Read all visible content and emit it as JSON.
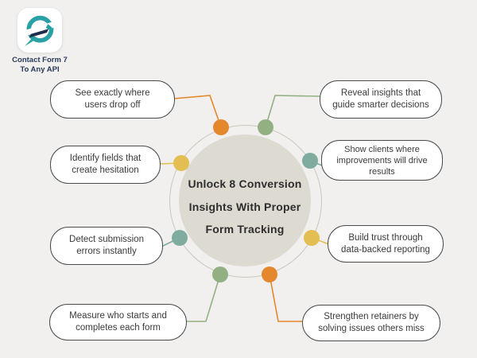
{
  "brand": {
    "name_line1": "Contact Form 7",
    "name_line2": "To Any API",
    "logo_icon": "cf7-to-any-api-logo"
  },
  "center": {
    "title_lines": [
      "Unlock 8 Conversion",
      "Insights With Proper",
      "Form Tracking"
    ]
  },
  "insights": [
    {
      "position": "top-left",
      "accent": "#E5882D",
      "lines": [
        "See exactly where",
        "users drop off"
      ]
    },
    {
      "position": "top-right",
      "accent": "#93B083",
      "lines": [
        "Reveal insights that",
        "guide smarter decisions"
      ]
    },
    {
      "position": "mid-upper-left",
      "accent": "#E3BE52",
      "lines": [
        "Identify fields that",
        "create hesitation"
      ]
    },
    {
      "position": "mid-upper-right",
      "accent": "#7FAC9E",
      "lines": [
        "Show clients where",
        "improvements will drive",
        "results"
      ]
    },
    {
      "position": "mid-lower-left",
      "accent": "#7FAC9E",
      "lines": [
        "Detect submission",
        "errors instantly"
      ]
    },
    {
      "position": "mid-lower-right",
      "accent": "#E3BE52",
      "lines": [
        "Build trust through",
        "data-backed reporting"
      ]
    },
    {
      "position": "bottom-left",
      "accent": "#93B083",
      "lines": [
        "Measure who starts and",
        "completes each form"
      ]
    },
    {
      "position": "bottom-right",
      "accent": "#E5882D",
      "lines": [
        "Strengthen retainers by",
        "solving issues others miss"
      ]
    }
  ],
  "palette": {
    "background": "#F1F0EE",
    "circle_fill": "#DCDAD1",
    "ring_stroke": "#C8C6BD",
    "orange": "#E5882D",
    "green": "#93B083",
    "yellow": "#E3BE52",
    "teal": "#7FAC9E",
    "box_border": "#4B4B4B",
    "text": "#3B3B3B",
    "brand_navy": "#2A3B5E",
    "brand_teal": "#28A0A4"
  }
}
